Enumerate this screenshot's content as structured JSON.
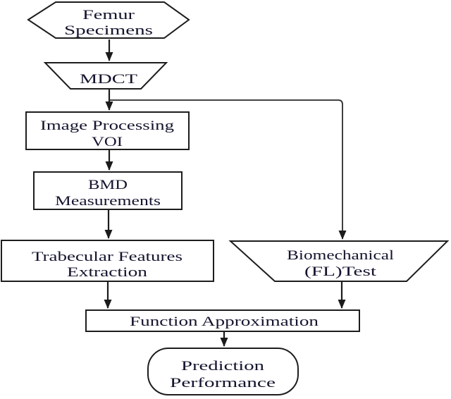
{
  "diagram": {
    "type": "flowchart",
    "background_color": "#ffffff",
    "line_color": "#1d1d1d",
    "text_color": "#14142e",
    "nodes": {
      "femur_specimens": {
        "shape": "hexagon",
        "lines": [
          "Femur",
          "Specimens"
        ]
      },
      "mdct": {
        "shape": "trapezoid",
        "lines": [
          "MDCT"
        ]
      },
      "image_processing": {
        "shape": "rectangle",
        "lines": [
          "Image Processing",
          "VOI"
        ]
      },
      "bmd_measurements": {
        "shape": "rectangle",
        "lines": [
          "BMD",
          "Measurements"
        ]
      },
      "trabecular_features": {
        "shape": "rectangle",
        "lines": [
          "Trabecular Features",
          "Extraction"
        ]
      },
      "biomechanical_test": {
        "shape": "trapezoid",
        "lines": [
          "Biomechanical",
          "(FL)Test"
        ]
      },
      "function_approximation": {
        "shape": "rectangle",
        "lines": [
          "Function Approximation"
        ]
      },
      "prediction_performance": {
        "shape": "rounded-rectangle",
        "lines": [
          "Prediction",
          "Performance"
        ]
      }
    },
    "edges": [
      {
        "from": "femur_specimens",
        "to": "mdct"
      },
      {
        "from": "mdct",
        "to": "image_processing"
      },
      {
        "from": "mdct",
        "to": "biomechanical_test"
      },
      {
        "from": "image_processing",
        "to": "bmd_measurements"
      },
      {
        "from": "bmd_measurements",
        "to": "trabecular_features"
      },
      {
        "from": "trabecular_features",
        "to": "function_approximation"
      },
      {
        "from": "biomechanical_test",
        "to": "function_approximation"
      },
      {
        "from": "function_approximation",
        "to": "prediction_performance"
      }
    ]
  }
}
